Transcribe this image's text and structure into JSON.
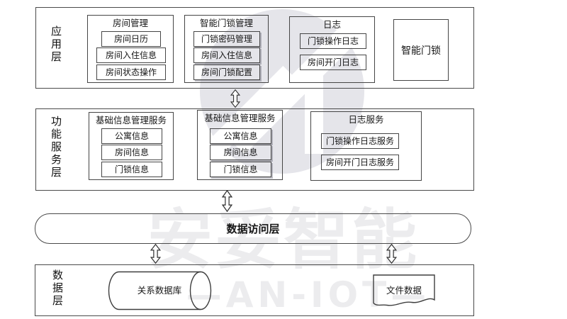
{
  "colors": {
    "ink": "#454545",
    "watermark_gray": "#ececee",
    "watermark_circle": "#e5e5ea"
  },
  "watermark": {
    "zh_text": "安妥智能",
    "en_text": "—AN-IOT—"
  },
  "layers": {
    "application": {
      "label": "应用层",
      "groups": [
        {
          "title": "房间管理",
          "items": [
            "房间日历",
            "房间入住信息",
            "房间状态操作"
          ]
        },
        {
          "title": "智能门锁管理",
          "items": [
            "门锁密码管理",
            "房间入住信息",
            "房间门锁配置"
          ]
        },
        {
          "title": "日志",
          "items": [
            "门锁操作日志",
            "房间开门日志"
          ]
        }
      ],
      "standalone": "智能门锁"
    },
    "function_service": {
      "label": "功能服务层",
      "groups": [
        {
          "title": "基础信息管理服务",
          "items": [
            "公寓信息",
            "房间信息",
            "门锁信息"
          ]
        },
        {
          "title": "基础信息管理服务",
          "items": [
            "公寓信息",
            "房间信息",
            "门锁信息"
          ]
        },
        {
          "title": "日志服务",
          "items": [
            "门锁操作日志服务",
            "房间开门日志服务"
          ]
        }
      ]
    },
    "data_access": {
      "label": "数据访问层"
    },
    "data": {
      "label": "数据层",
      "database": {
        "shape": "cylinder",
        "label": "关系数据库"
      },
      "file": {
        "shape": "document",
        "label": "文件数据"
      }
    }
  }
}
